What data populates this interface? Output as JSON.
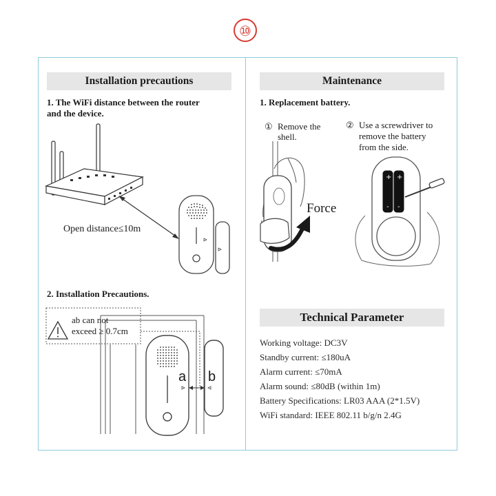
{
  "page_number": "⑩",
  "left": {
    "header": "Installation precautions",
    "step1_line1": "1. The WiFi distance between the router",
    "step1_line2": "and the device.",
    "distance_label": "Open distance≤10m",
    "step2": "2. Installation Precautions.",
    "warning_line1": "ab can not",
    "warning_line2": "exceed  ≥ 0.7cm",
    "label_a": "a",
    "label_b": "b"
  },
  "right": {
    "header": "Maintenance",
    "step1": "1. Replacement battery.",
    "sub1_num": "①",
    "sub1_line1": "Remove the",
    "sub1_line2": "shell.",
    "sub2_num": "②",
    "sub2_line1": "Use a screwdriver to",
    "sub2_line2": "remove the battery",
    "sub2_line3": "from the side.",
    "force_label": "Force",
    "tech_header": "Technical Parameter",
    "params": [
      "Working voltage: DC3V",
      "Standby current: ≤180uA",
      "Alarm current: ≤70mA",
      "Alarm sound: ≤80dB (within 1m)",
      "Battery Specifications: LR03 AAA (2*1.5V)",
      "WiFi standard: IEEE 802.11 b/g/n 2.4G"
    ]
  }
}
